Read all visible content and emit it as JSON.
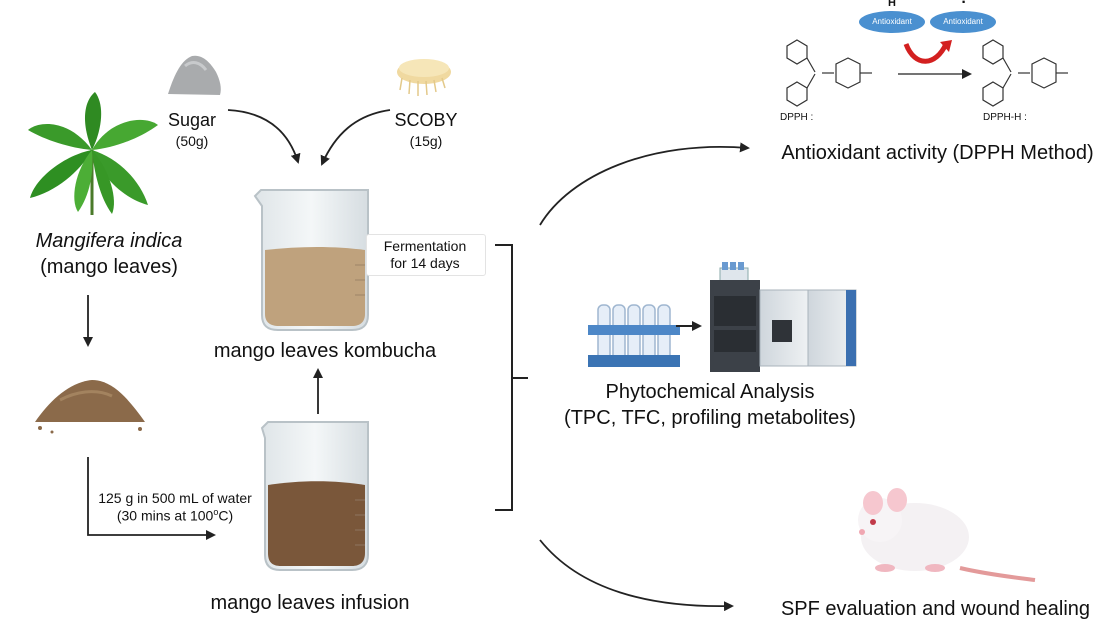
{
  "inputs": {
    "sugar": {
      "name": "Sugar",
      "amount": "(50g)"
    },
    "scoby": {
      "name": "SCOBY",
      "amount": "(15g)"
    },
    "plant": {
      "species": "Mangifera indica",
      "common": "(mango leaves)"
    }
  },
  "process": {
    "infusion_step_line1": "125 g in 500 mL of water",
    "infusion_step_line2_prefix": "(30 mins at 100",
    "infusion_step_line2_sup": "o",
    "infusion_step_line2_suffix": "C)",
    "infusion_label": "mango leaves infusion",
    "fermentation_line1": "Fermentation",
    "fermentation_line2": "for 14 days",
    "kombucha_label": "mango leaves kombucha"
  },
  "outputs": {
    "antioxidant": "Antioxidant activity (DPPH Method)",
    "phyto_line1": "Phytochemical Analysis",
    "phyto_line2": "(TPC, TFC, profiling metabolites)",
    "spf": "SPF evaluation and wound healing"
  },
  "dpph": {
    "reactant_label": "DPPH :",
    "product_label": "DPPH-H :",
    "antioxidant_left": "Antioxidant",
    "antioxidant_right": "Antioxidant",
    "h_atom": "H",
    "radical_dot": "·"
  },
  "colors": {
    "infusion_liquid": "#7a573a",
    "kombucha_liquid": "#bfa27d",
    "antioxidant_ellipse": "#4a90d0",
    "curve_arrow": "#d32020",
    "leaf_green": "#3a9a2a",
    "powder_brown": "#8b6a4a"
  }
}
